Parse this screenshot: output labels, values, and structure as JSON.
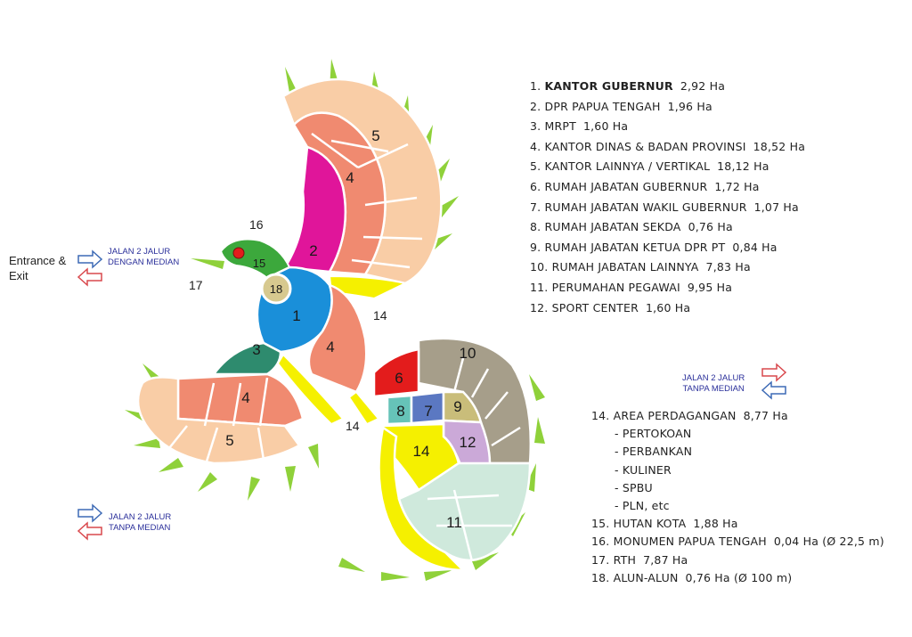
{
  "plan_labels": {
    "z1": "1",
    "z2": "2",
    "z3": "3",
    "z4a": "4",
    "z4b": "4",
    "z4c": "4",
    "z5a": "5",
    "z5b": "5",
    "z6": "6",
    "z7": "7",
    "z8": "8",
    "z9": "9",
    "z10": "10",
    "z11": "11",
    "z12": "12",
    "z14": "14",
    "z15": "15",
    "z18": "18"
  },
  "outside_labels": {
    "z16": "16",
    "z17": "17",
    "z14_right": "14",
    "z14_bottom": "14"
  },
  "entrance_label": {
    "line1": "Entrance &",
    "line2": "Exit"
  },
  "roads": {
    "road_a": {
      "line1": "JALAN 2 JALUR",
      "line2": "DENGAN MEDIAN"
    },
    "road_b": {
      "line1": "JALAN 2 JALUR",
      "line2": "TANPA MEDIAN"
    },
    "road_c": {
      "line1": "JALAN 2 JALUR",
      "line2": "TANPA MEDIAN"
    }
  },
  "legend_top": [
    {
      "num": "1.",
      "name": "KANTOR GUBERNUR",
      "area": "2,92 Ha"
    },
    {
      "num": "2.",
      "name": "DPR PAPUA TENGAH",
      "area": "1,96 Ha"
    },
    {
      "num": "3.",
      "name": "MRPT",
      "area": "1,60 Ha"
    },
    {
      "num": "4.",
      "name": "KANTOR DINAS & BADAN PROVINSI",
      "area": "18,52 Ha"
    },
    {
      "num": "5.",
      "name": "KANTOR LAINNYA / VERTIKAL",
      "area": "18,12 Ha"
    },
    {
      "num": "6.",
      "name": "RUMAH JABATAN GUBERNUR",
      "area": "1,72 Ha"
    },
    {
      "num": "7.",
      "name": "RUMAH JABATAN WAKIL GUBERNUR",
      "area": "1,07 Ha"
    },
    {
      "num": "8.",
      "name": "RUMAH JABATAN SEKDA",
      "area": "0,76 Ha"
    },
    {
      "num": "9.",
      "name": "RUMAH JABATAN KETUA DPR PT",
      "area": "0,84 Ha"
    },
    {
      "num": "10.",
      "name": "RUMAH JABATAN LAINNYA",
      "area": "7,83 Ha"
    },
    {
      "num": "11.",
      "name": "PERUMAHAN PEGAWAI",
      "area": "9,95 Ha"
    },
    {
      "num": "12.",
      "name": "SPORT CENTER",
      "area": "1,60 Ha"
    }
  ],
  "legend_bottom": {
    "item14": {
      "num": "14.",
      "name": "AREA PERDAGANGAN",
      "area": "8,77 Ha"
    },
    "sub1": "- PERTOKOAN",
    "sub2": "- PERBANKAN",
    "sub3": "- KULINER",
    "sub4": "- SPBU",
    "sub5": "- PLN, etc",
    "item15": {
      "num": "15.",
      "name": "HUTAN KOTA",
      "area": "1,88 Ha"
    },
    "item16": {
      "num": "16.",
      "name": "MONUMEN PAPUA TENGAH",
      "area": "0,04 Ha (Ø 22,5 m)"
    },
    "item17": {
      "num": "17.",
      "name": "RTH",
      "area": "7,87 Ha"
    },
    "item18": {
      "num": "18.",
      "name": "ALUN-ALUN",
      "area": "0,76 Ha (Ø 100 m)"
    }
  },
  "colors": {
    "kantor_gubernur": "#1a8fd9",
    "dpr": "#e0159a",
    "mrpt": "#2e8b6e",
    "dinas": "#f08a70",
    "lainnya_vertikal": "#f9cda6",
    "rumah_gubernur": "#e31c1c",
    "rumah_wakil": "#5b78c2",
    "rumah_sekda": "#66c3b8",
    "rumah_ketua": "#c9bd7a",
    "rumah_lainnya": "#a69e8a",
    "perumahan": "#cfe9dc",
    "sport": "#cba9d8",
    "perdagangan": "#f5f000",
    "hutan_kota": "#3ca83c",
    "alun_alun": "#d7c98f",
    "leaf": "#8fd13a"
  }
}
